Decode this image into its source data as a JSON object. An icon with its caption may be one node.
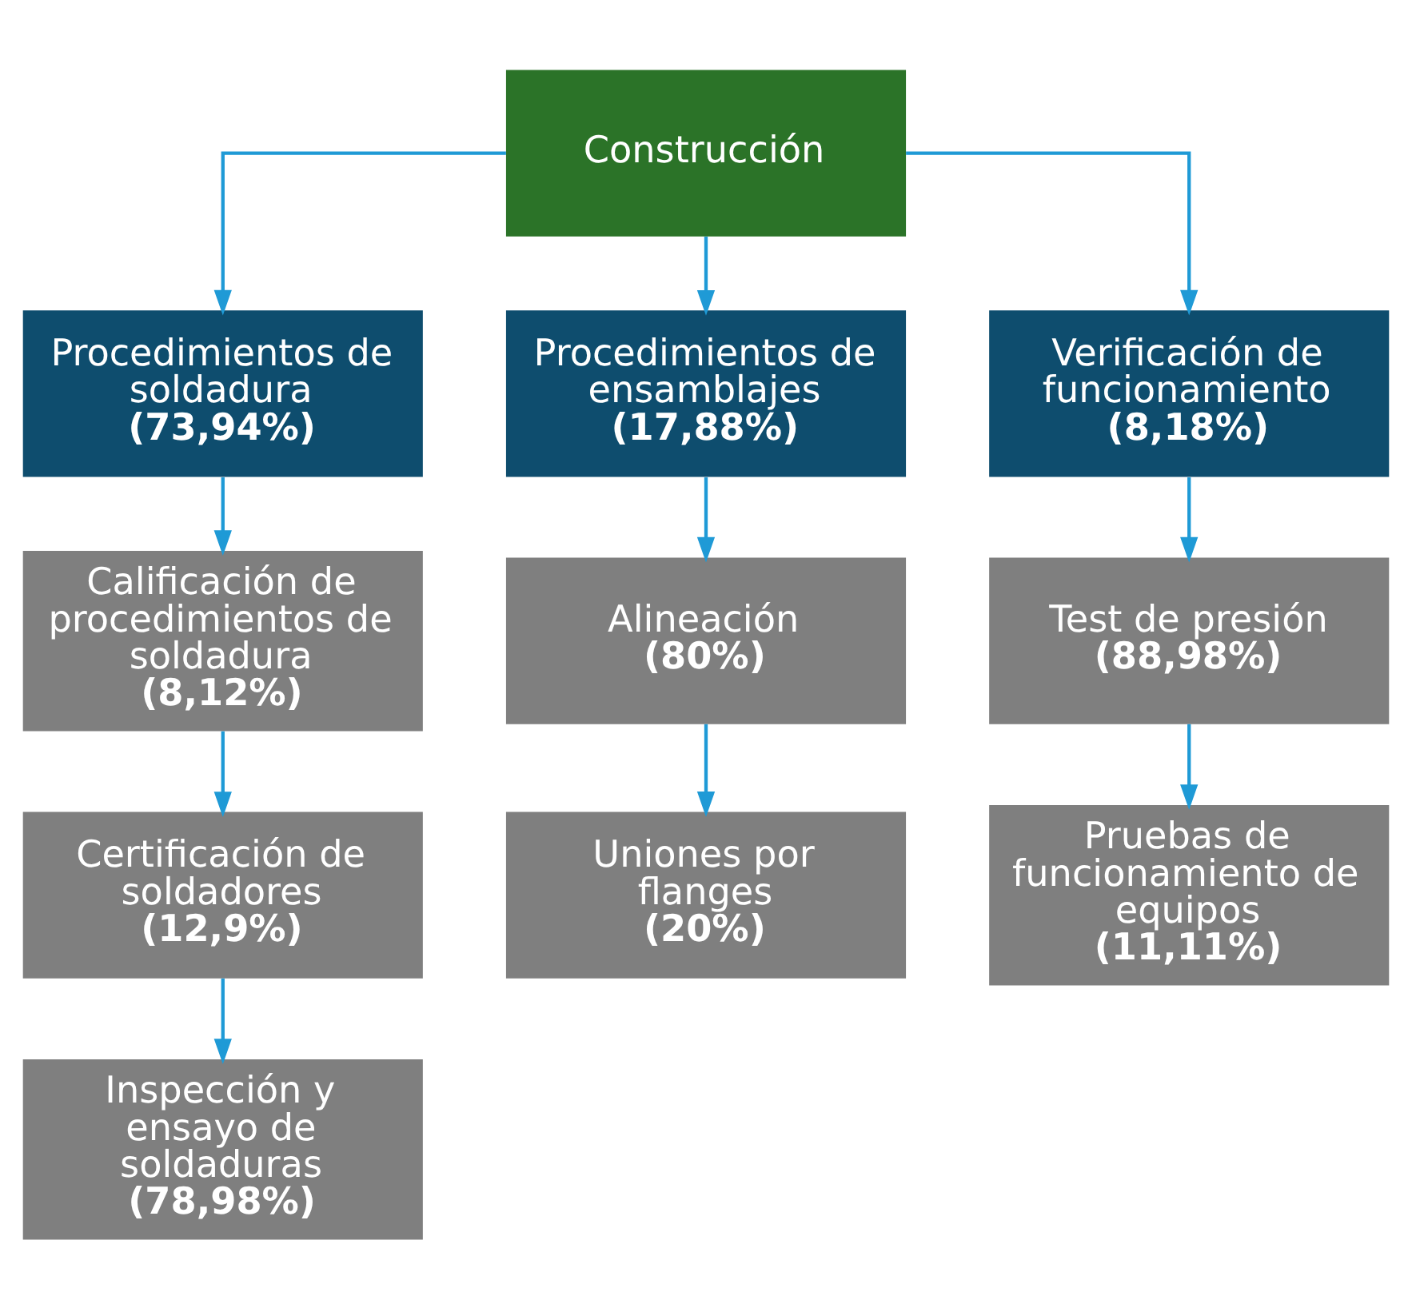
{
  "diagram": {
    "nodes": [
      {
        "text": [
          "Construcción"
        ]
      },
      {
        "text": [
          "Procedimientos de soldadura",
          "(73,94%)"
        ]
      },
      {
        "text": [
          "Procedimientos de ensamblajes",
          "(17,88%)"
        ]
      },
      {
        "text": [
          "Verificación de funcionamiento",
          "(8,18%)"
        ]
      },
      {
        "text": [
          "Calificación de procedimientos de soldadura",
          "(8,12%)"
        ]
      },
      {
        "text": [
          "Certificación de soldadores",
          "(12,9%)"
        ]
      },
      {
        "text": [
          "Inspección y ensayo de soldaduras",
          "(78,98%)"
        ]
      },
      {
        "text": [
          "Alineación",
          "(80%)"
        ]
      },
      {
        "text": [
          "Uniones por flanges",
          "(20%)"
        ]
      },
      {
        "text": [
          "Test de presión",
          "(88,98%)"
        ]
      },
      {
        "text": [
          "Pruebas de funcionamiento de equipos",
          "(11,11%)"
        ]
      }
    ],
    "edges": [
      {
        "from": 0,
        "to": 1,
        "arrow": "to"
      },
      {
        "from": 0,
        "to": 2,
        "arrow": "to"
      },
      {
        "from": 0,
        "to": 3,
        "arrow": "to"
      },
      {
        "from": 1,
        "to": 4,
        "arrow": "to"
      },
      {
        "from": 4,
        "to": 5,
        "arrow": "to"
      },
      {
        "from": 5,
        "to": 6,
        "arrow": "to"
      },
      {
        "from": 2,
        "to": 7,
        "arrow": "to"
      },
      {
        "from": 7,
        "to": 8,
        "arrow": "to"
      },
      {
        "from": 3,
        "to": 9,
        "arrow": "to"
      },
      {
        "from": 9,
        "to": 10,
        "arrow": "to"
      }
    ]
  }
}
